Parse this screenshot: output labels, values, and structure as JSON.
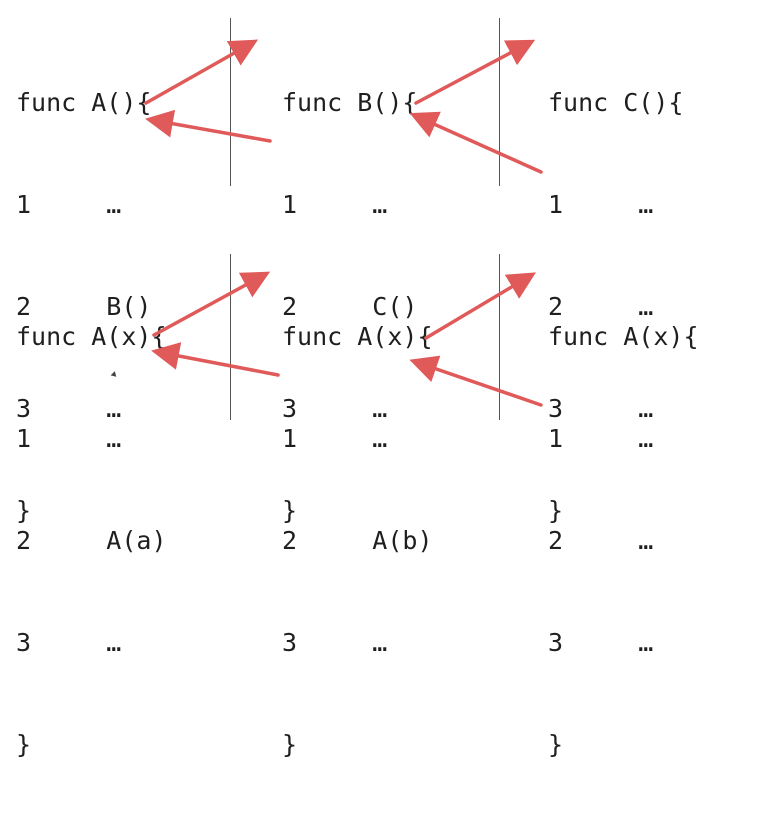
{
  "top": {
    "A": {
      "header": "func A(){",
      "l1": "1     …",
      "l2": "2     B()",
      "l3": "3     …",
      "close": "}"
    },
    "B": {
      "header": "func B(){",
      "l1": "1     …",
      "l2": "2     C()",
      "l3": "3     …",
      "close": "}"
    },
    "C": {
      "header": "func C(){",
      "l1": "1     …",
      "l2": "2     …",
      "l3": "3     …",
      "close": "}"
    }
  },
  "bottom": {
    "A1": {
      "header": "func A(x){",
      "l1": "1     …",
      "l2": "2     A(a)",
      "l3": "3     …",
      "close": "}"
    },
    "A2": {
      "header": "func A(x){",
      "l1": "1     …",
      "l2": "2     A(b)",
      "l3": "3     …",
      "close": "}"
    },
    "A3": {
      "header": "func A(x){",
      "l1": "1     …",
      "l2": "2     …",
      "l3": "3     …",
      "close": "}"
    }
  },
  "arrow_color": "#e05a5a"
}
